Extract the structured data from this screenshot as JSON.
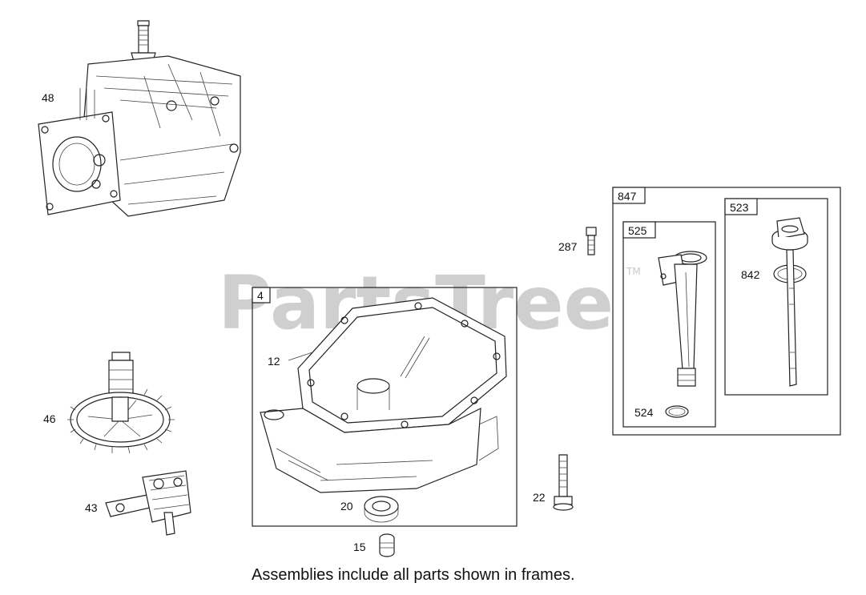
{
  "watermark": {
    "text": "PartsTree",
    "trademark": "TM"
  },
  "frames": [
    {
      "id": "frame-4",
      "label": "4"
    },
    {
      "id": "frame-847",
      "label": "847"
    },
    {
      "id": "frame-525",
      "label": "525"
    },
    {
      "id": "frame-523",
      "label": "523"
    }
  ],
  "parts": {
    "p48": "48",
    "p46": "46",
    "p43": "43",
    "p287": "287",
    "p12": "12",
    "p20": "20",
    "p15": "15",
    "p22": "22",
    "p524": "524",
    "p842": "842"
  },
  "caption": "Assemblies include all parts shown in frames."
}
